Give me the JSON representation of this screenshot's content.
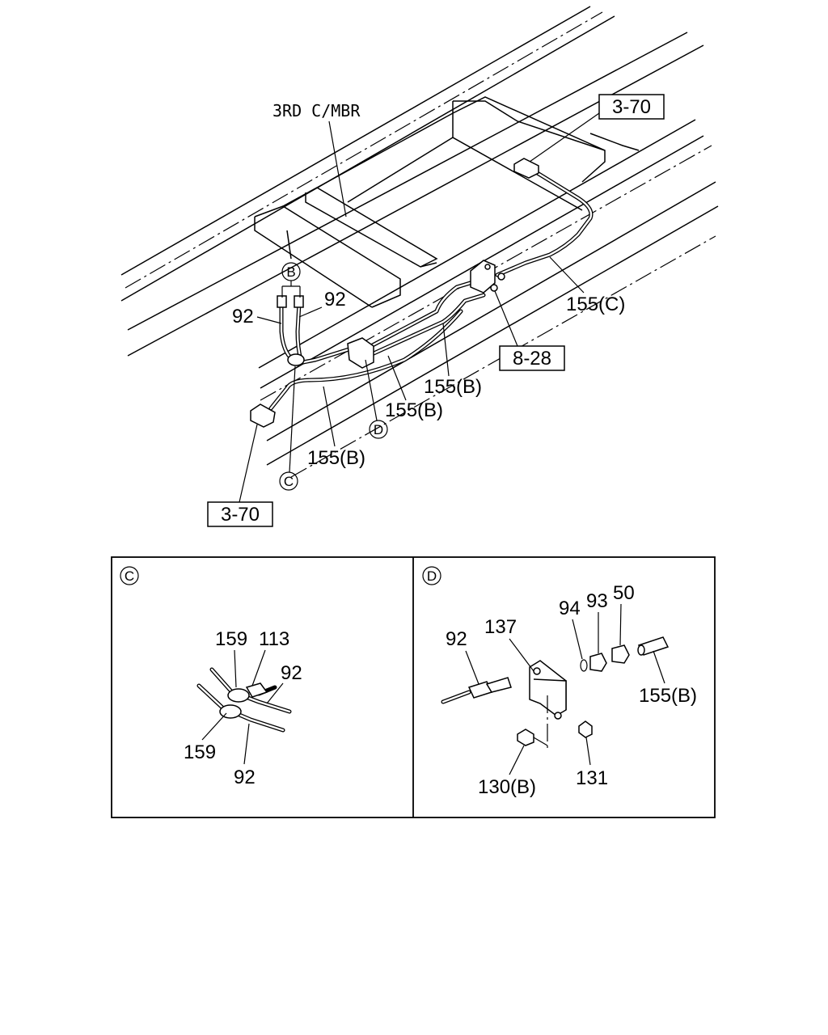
{
  "main": {
    "member_label": "3RD C/MBR",
    "refs": {
      "top_right": "3-70",
      "mid_right": "8-28",
      "bottom_left": "3-70"
    },
    "circles": {
      "b": "B",
      "c": "C",
      "d": "D"
    },
    "labels": {
      "p92_left": "92",
      "p92_right": "92",
      "p155c": "155(C)",
      "p155b_1": "155(B)",
      "p155b_2": "155(B)",
      "p155b_3": "155(B)"
    }
  },
  "detail_c": {
    "marker": "C",
    "labels": {
      "p159_top": "159",
      "p113": "113",
      "p92_top": "92",
      "p159_bottom": "159",
      "p92_bottom": "92"
    }
  },
  "detail_d": {
    "marker": "D",
    "labels": {
      "p92": "92",
      "p137": "137",
      "p94": "94",
      "p93": "93",
      "p50": "50",
      "p155b": "155(B)",
      "p130b": "130(B)",
      "p131": "131"
    }
  }
}
